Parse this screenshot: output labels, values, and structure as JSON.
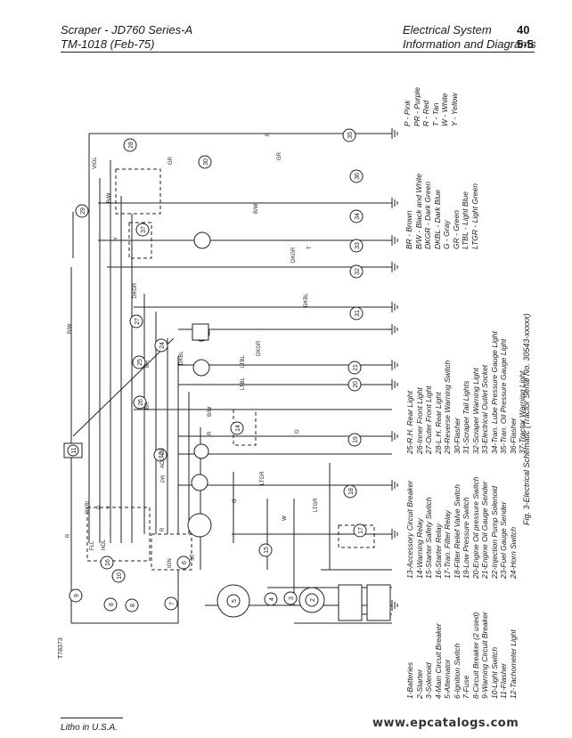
{
  "header": {
    "left_line1": "Scraper - JD760 Series-A",
    "left_line2": "TM-1018   (Feb-75)",
    "right_line1": "Electrical System",
    "right_line2": "Information and Diagrams",
    "page_top": "40",
    "page_bottom": "5-5"
  },
  "legend_col1": [
    "1-Batteries",
    "2-Starter",
    "3-Solenoid",
    "4-Main Circuit Breaker",
    "5-Alternator",
    "6-Ignition Switch",
    "7-Fuse",
    "8-Circuit Breaker (2 used)",
    "9-Warning Circuit Breaker",
    "10-Light Switch",
    "11-Flasher",
    "12-Tachometer Light"
  ],
  "legend_col2": [
    "13-Accessory Circuit Breaker",
    "14-Warning Relay",
    "15-Starter Safety Switch",
    "16-Starter Relay",
    "17-Tran. Filter Relay",
    "18-Filter Relief Valve Switch",
    "19-Low Pressure Switch",
    "20-Engine Oil pressure Switch",
    "21-Engine Oil Gauge Sender",
    "22-Injection Pump Solenoid",
    "23-Fuel Gauge Sender",
    "24-Horn Switch"
  ],
  "legend_col3": [
    "25-R.H. Rear Light",
    "26-Inner Front Light",
    "27-Outer Front Light",
    "28-L.H. Rear Light",
    "29-Reverse Warning Switch",
    "30-Flasher",
    "31-Scraper Tail Lights",
    "32-Scraper Warning Light",
    "33-Electrical Outlet Socket",
    "34-Tran. Lube Pressure Gauge Light",
    "35-Tran. Oil Pressure Gauge Light",
    "36-Flasher",
    "37-Tractor Warning Light"
  ],
  "color_codes_col1": [
    "BR - Brown",
    "B/W - Black and White",
    "DKGR - Dark Green",
    "DKBL - Dark Blue",
    "G - Gray",
    "GR - Green",
    "LTBL - Light Blue",
    "LTGR - Light Green"
  ],
  "color_codes_col2": [
    "P - Pink",
    "PR - Purple",
    "R - Red",
    "T - Tan",
    "W - White",
    "Y - Yellow"
  ],
  "caption": "Fig. 3-Electrical Schematic (Tractor Serial No. 30543-xxxxx)",
  "drawing_id": "T78373",
  "wire_labels": [
    "B/W",
    "B/W",
    "B/W",
    "R",
    "R",
    "R",
    "R",
    "Y",
    "Y",
    "P",
    "DKBL",
    "DKGR",
    "DKGR",
    "LTGR",
    "LTGR",
    "LTBL",
    "LTBL",
    "BR",
    "BR",
    "W",
    "W",
    "G",
    "G",
    "T",
    "GR",
    "GR",
    "B",
    "VIOL",
    "ACC CB",
    "HDL",
    "FLL",
    "IGN",
    "ST",
    "PR",
    "DKBL",
    "DKGR"
  ],
  "component_numbers": [
    "1",
    "2",
    "3",
    "4",
    "5",
    "6",
    "7",
    "8",
    "9",
    "10",
    "11",
    "12",
    "13",
    "14",
    "15",
    "16",
    "17",
    "18",
    "19",
    "20",
    "21",
    "22",
    "23",
    "24",
    "25",
    "26",
    "27",
    "28",
    "29",
    "30",
    "31",
    "32",
    "33",
    "34",
    "35",
    "36",
    "37"
  ],
  "footer": {
    "litho": "Litho in U.S.A.",
    "watermark": "www.epcatalogs.com"
  }
}
